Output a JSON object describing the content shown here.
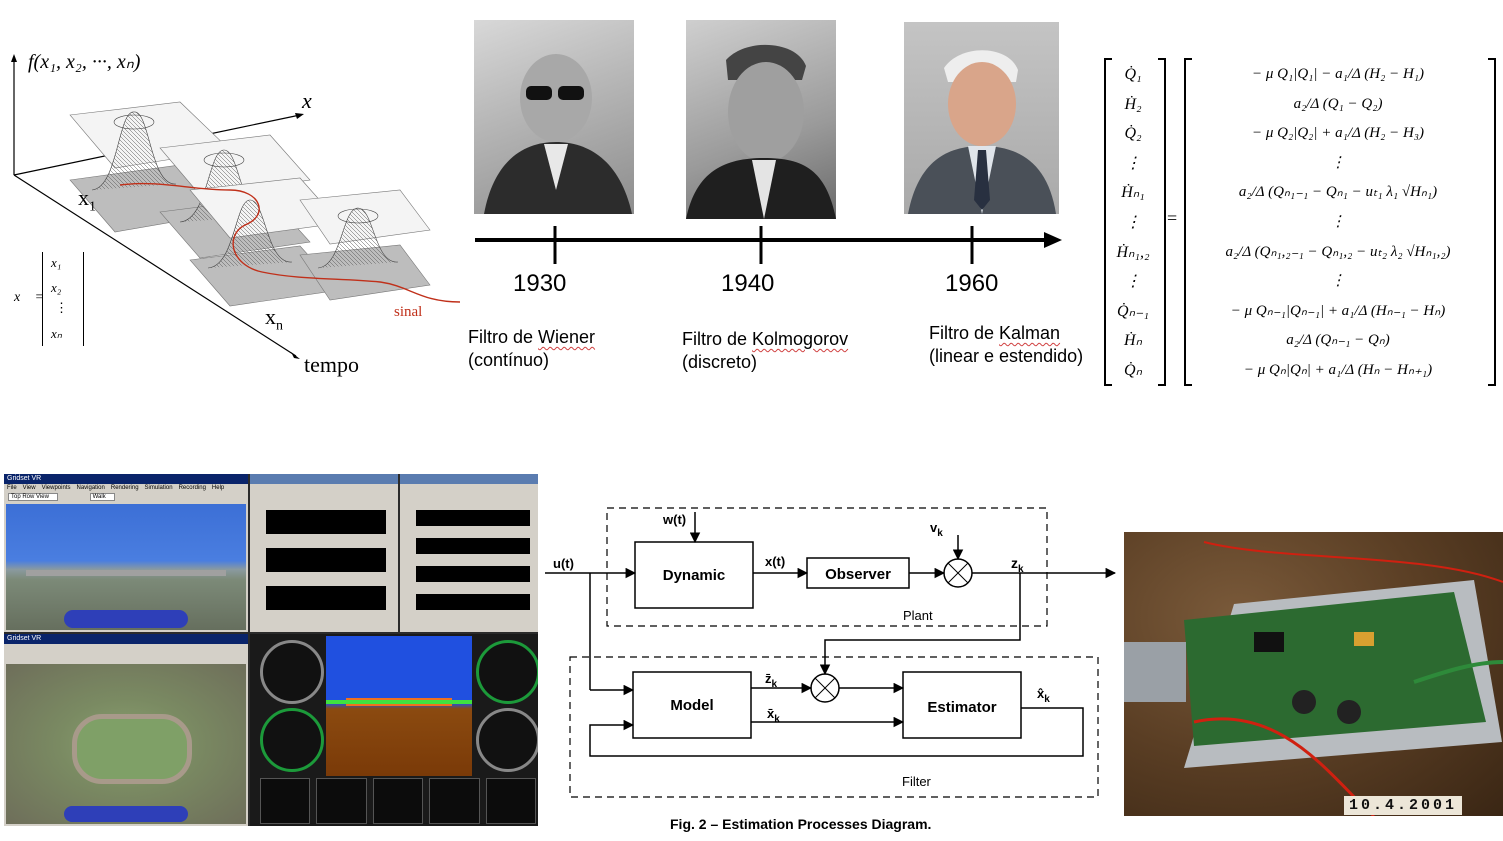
{
  "surface_plot": {
    "function_label": "f(x₁, x₂, ···, xₙ)",
    "vector_label": "x⃗",
    "x1_label": "x",
    "x1_sub": "1",
    "xn_label": "x",
    "xn_sub": "n",
    "time_label": "tempo",
    "signal_label": "sinal",
    "vector_def_lhs": "x⃗ =",
    "vector_entries": [
      "x₁",
      "x₂",
      "⋮",
      "xₙ"
    ],
    "signal_color": "#c0301a"
  },
  "timeline": {
    "years": [
      "1930",
      "1940",
      "1960"
    ],
    "filters": [
      {
        "line1_pre": "Filtro de ",
        "line1_name": "Wiener",
        "line2": "(contínuo)"
      },
      {
        "line1_pre": "Filtro de ",
        "line1_name": "Kolmogorov",
        "line2": "(discreto)"
      },
      {
        "line1_pre": "Filtro de ",
        "line1_name": "Kalman",
        "line2": "(linear e estendido)"
      }
    ]
  },
  "state_equations": {
    "lhs": [
      "Q̇₁",
      "Ḣ₂",
      "Q̇₂",
      "⋮",
      "Ḣₙ₁",
      "⋮",
      "Ḣₙ₁,₂",
      "⋮",
      "Q̇ₙ₋₁",
      "Ḣₙ",
      "Q̇ₙ"
    ],
    "equals": "=",
    "rhs": [
      "− μ Q₁|Q₁| − a₁/Δ (H₂ − H₁)",
      "a₂/Δ (Q₁ − Q₂)",
      "− μ Q₂|Q₂| + a₁/Δ (H₂ − H₃)",
      "⋮",
      "a₂/Δ (Qₙ₁₋₁ − Qₙ₁ − uₜ₁ λ₁ √Hₙ₁)",
      "⋮",
      "a₂/Δ (Qₙ₁,₂₋₁ − Qₙ₁,₂ − uₜ₂ λ₂ √Hₙ₁,₂)",
      "⋮",
      "− μ Qₙ₋₁|Qₙ₋₁| + a₁/Δ (Hₙ₋₁ − Hₙ)",
      "a₂/Δ (Qₙ₋₁ − Qₙ)",
      "− μ Qₙ|Qₙ| + a₁/Δ (Hₙ − Hₙ₊₁)"
    ]
  },
  "simulator": {
    "window_titles": [
      "Gridset VR",
      "Gridset VR"
    ],
    "menu_items": [
      "File",
      "View",
      "Viewpoints",
      "Navigation",
      "Rendering",
      "Simulation",
      "Recording",
      "Help"
    ],
    "walk_label": "Walk",
    "view_label": "Top Row View"
  },
  "block_diagram": {
    "blocks": {
      "dynamic": "Dynamic",
      "observer": "Observer",
      "model": "Model",
      "estimator": "Estimator"
    },
    "signals": {
      "input": "u(t)",
      "noise": "w(t)",
      "state": "x(t)",
      "measurement_noise": "v",
      "measurement_noise_sub": "k",
      "output": "z",
      "output_sub": "k",
      "model_z": "z̄",
      "model_z_sub": "k",
      "model_x": "x̄",
      "model_x_sub": "k",
      "estimate": "x̂",
      "estimate_sub": "k"
    },
    "groups": {
      "plant": "Plant",
      "filter": "Filter"
    },
    "caption": "Fig. 2 – Estimation Processes Diagram."
  },
  "circuit_photo": {
    "date_stamp": "10.4.2001"
  }
}
